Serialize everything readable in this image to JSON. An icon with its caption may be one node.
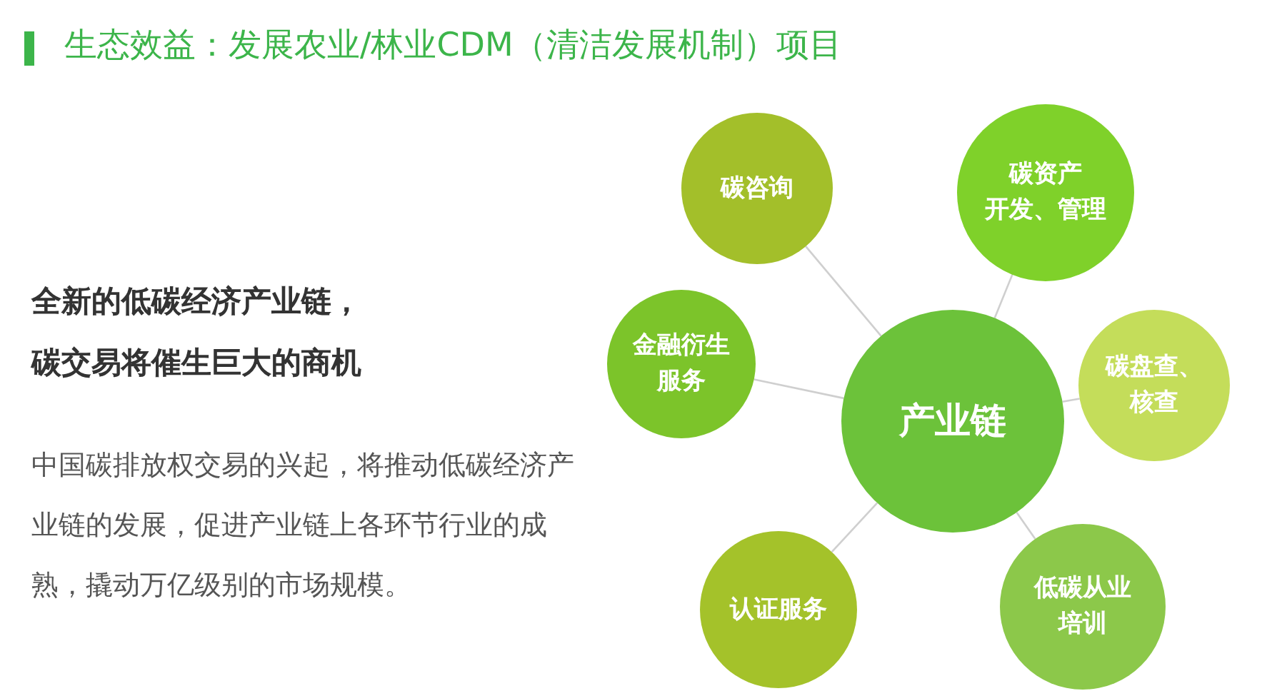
{
  "diagram": {
    "title": "生态效益：发展农业/林业CDM（清洁发展机制）项目",
    "nodes": [
      {
        "text": [
          "产业链"
        ]
      },
      {
        "text": [
          "碳咨询"
        ]
      },
      {
        "text": [
          "碳资产",
          "开发、管理"
        ]
      },
      {
        "text": [
          "金融衍生",
          "服务"
        ]
      },
      {
        "text": [
          "碳盘查、",
          "核查"
        ]
      },
      {
        "text": [
          "认证服务"
        ]
      },
      {
        "text": [
          "低碳从业",
          "培训"
        ]
      }
    ],
    "edges": [
      {
        "from": 0,
        "to": 1,
        "arrow": "none"
      },
      {
        "from": 0,
        "to": 2,
        "arrow": "none"
      },
      {
        "from": 0,
        "to": 3,
        "arrow": "none"
      },
      {
        "from": 0,
        "to": 4,
        "arrow": "none"
      },
      {
        "from": 0,
        "to": 5,
        "arrow": "none"
      },
      {
        "from": 0,
        "to": 6,
        "arrow": "none"
      }
    ],
    "labels": [
      "全新的低碳经济产业链，",
      "碳交易将催生巨大的商机",
      "中国碳排放权交易的兴起，将推动低碳经济产业链的发展，促进产业链上各环节行业的成熟，撬动万亿级别的市场规模。"
    ]
  }
}
